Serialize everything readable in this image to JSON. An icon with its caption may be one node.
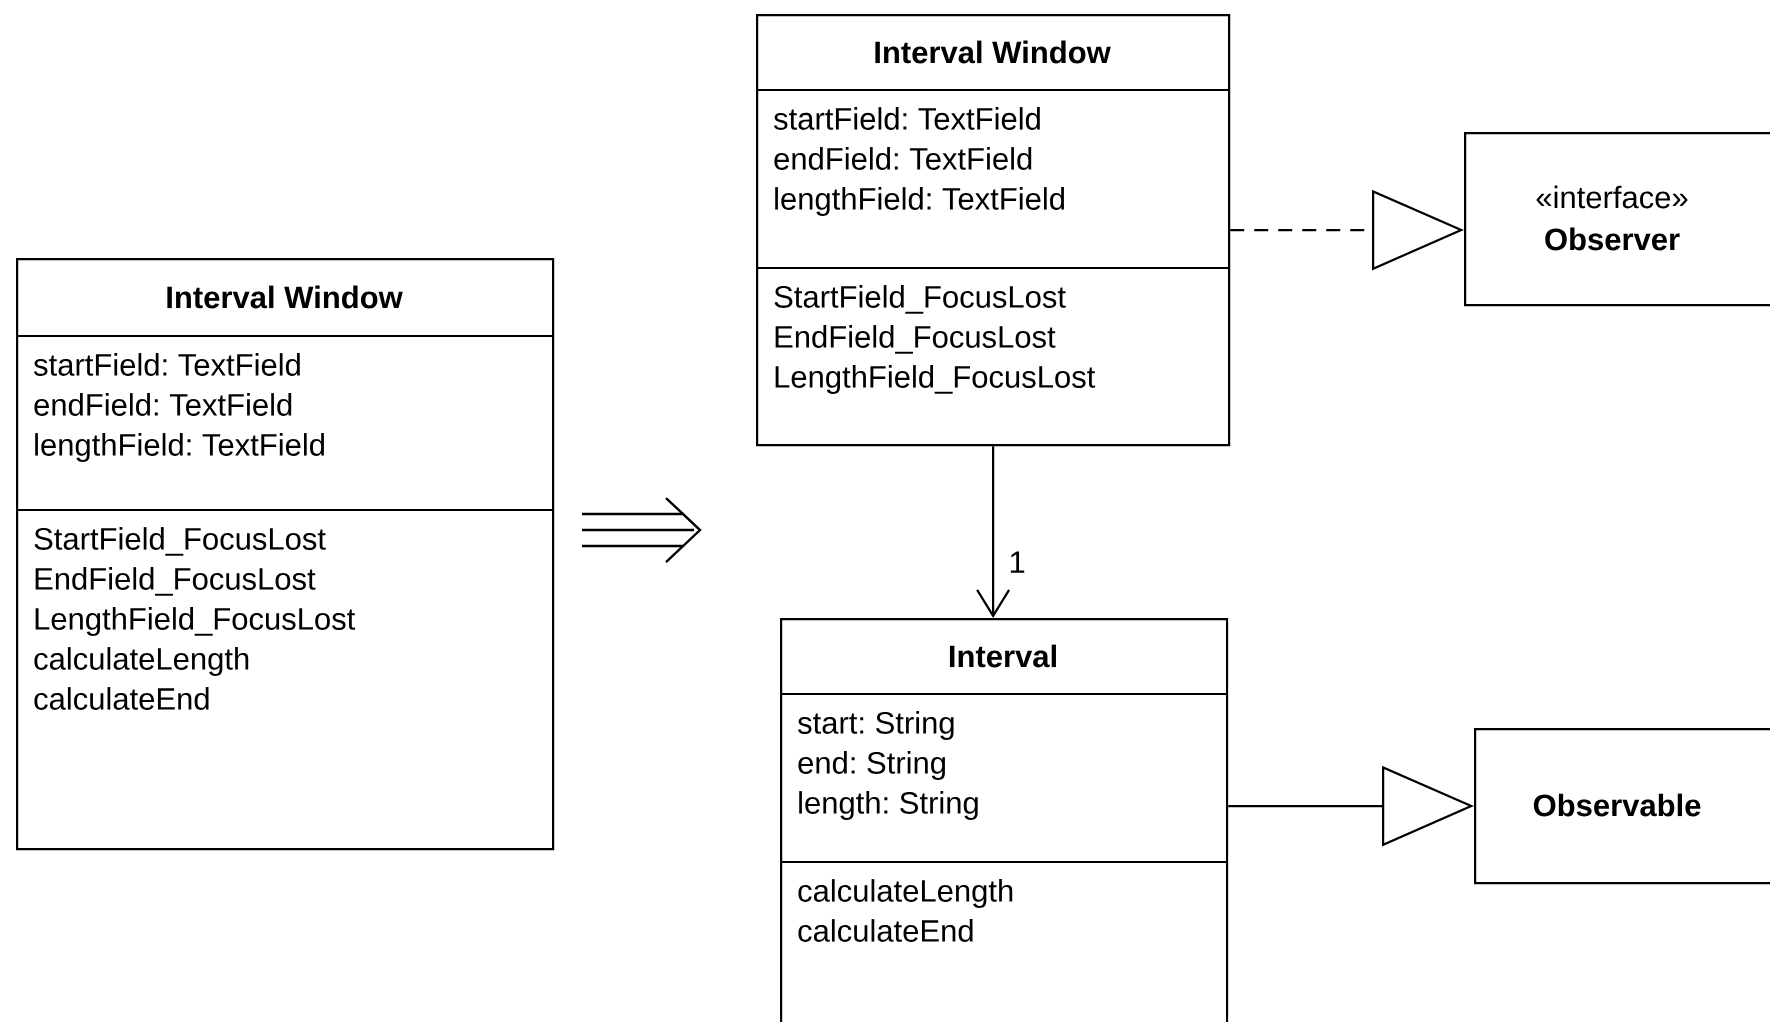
{
  "diagram": {
    "nodes": [
      {
        "text": [
          "Interval Window",
          "startField: TextField",
          "endField: TextField",
          "lengthField: TextField",
          "StartField_FocusLost",
          "EndField_FocusLost",
          "LengthField_FocusLost",
          "calculateLength",
          "calculateEnd"
        ]
      },
      {
        "text": [
          "Interval Window",
          "startField: TextField",
          "endField: TextField",
          "lengthField: TextField",
          "StartField_FocusLost",
          "EndField_FocusLost",
          "LengthField_FocusLost"
        ]
      },
      {
        "text": [
          "«interface»",
          "Observer"
        ]
      },
      {
        "text": [
          "Interval",
          "start: String",
          "end: String",
          "length: String",
          "calculateLength",
          "calculateEnd"
        ]
      },
      {
        "text": [
          "Observable"
        ]
      }
    ],
    "edges": [
      {
        "from": 1,
        "to": 2,
        "arrow": "to",
        "style": "dashed"
      },
      {
        "from": 1,
        "to": 3,
        "arrow": "to",
        "label": "1"
      },
      {
        "from": 3,
        "to": 4,
        "arrow": "to"
      }
    ]
  }
}
